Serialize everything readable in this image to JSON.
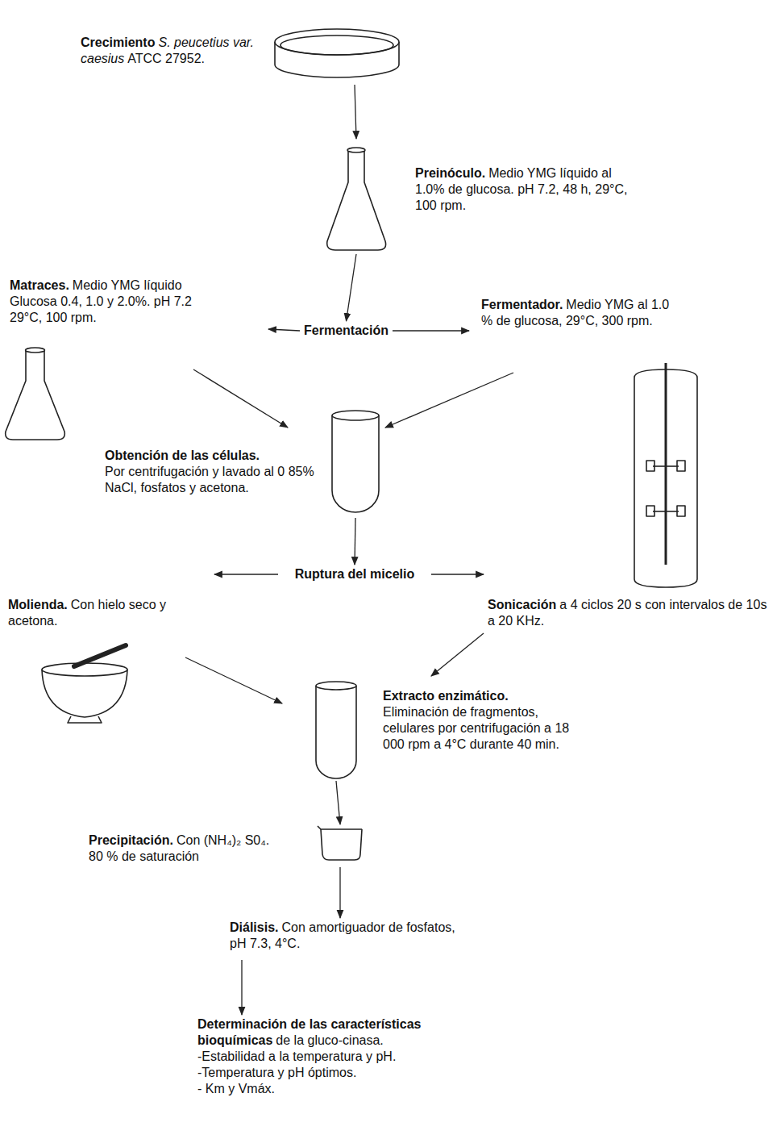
{
  "diagram": {
    "nodes": [
      {
        "text": [
          "Crecimiento",
          "S. peucetius var. caesius",
          "ATCC 27952."
        ]
      },
      {
        "text": [
          "Preinóculo.",
          "Medio YMG líquido al 1.0% de glucosa. pH 7.2, 48 h, 29°C, 100 rpm."
        ]
      },
      {
        "text": [
          "Fermentación"
        ]
      },
      {
        "text": [
          "Matraces.",
          "Medio YMG líquido Glucosa 0.4, 1.0 y 2.0%. pH 7.2 29°C, 100 rpm."
        ]
      },
      {
        "text": [
          "Fermentador.",
          "Medio YMG al 1.0 % de glucosa, 29°C, 300 rpm."
        ]
      },
      {
        "text": [
          "Obtención de las células.",
          "Por centrifugación y lavado al 0 85% NaCl, fosfatos y acetona."
        ]
      },
      {
        "text": [
          "Ruptura del micelio"
        ]
      },
      {
        "text": [
          "Molienda.",
          "Con hielo seco y acetona."
        ]
      },
      {
        "text": [
          "Sonicación",
          "a 4 ciclos 20 s con intervalos de 10s a 20 KHz."
        ]
      },
      {
        "text": [
          "Extracto enzimático.",
          "Eliminación de fragmentos, celulares por centrifugación a 18 000 rpm a 4°C durante 40 min."
        ]
      },
      {
        "text": [
          "Precipitación.",
          "Con (NH₄)₂ S0₄. 80 % de saturación"
        ]
      },
      {
        "text": [
          "Diálisis.",
          "Con amortiguador de fosfatos, pH 7.3, 4°C."
        ]
      },
      {
        "text": [
          "Determinación de las características bioquímicas",
          "de la gluco-cinasa.",
          "-Estabilidad a la temperatura y pH.",
          "-Temperatura y pH óptimos.",
          "- Km y Vmáx."
        ]
      }
    ],
    "edges": [
      {
        "from": 0,
        "to": 1,
        "arrow": "to"
      },
      {
        "from": 1,
        "to": 2,
        "arrow": "to"
      },
      {
        "from": 2,
        "to": 3,
        "arrow": "to"
      },
      {
        "from": 2,
        "to": 4,
        "arrow": "to"
      },
      {
        "from": 3,
        "to": 5,
        "arrow": "to"
      },
      {
        "from": 4,
        "to": 5,
        "arrow": "to"
      },
      {
        "from": 5,
        "to": 6,
        "arrow": "to"
      },
      {
        "from": 6,
        "to": 7,
        "arrow": "to"
      },
      {
        "from": 6,
        "to": 8,
        "arrow": "to"
      },
      {
        "from": 7,
        "to": 9,
        "arrow": "to"
      },
      {
        "from": 8,
        "to": 9,
        "arrow": "to"
      },
      {
        "from": 9,
        "to": 10,
        "arrow": "to"
      },
      {
        "from": 10,
        "to": 11,
        "arrow": "to"
      },
      {
        "from": 11,
        "to": 12,
        "arrow": "to"
      }
    ]
  }
}
